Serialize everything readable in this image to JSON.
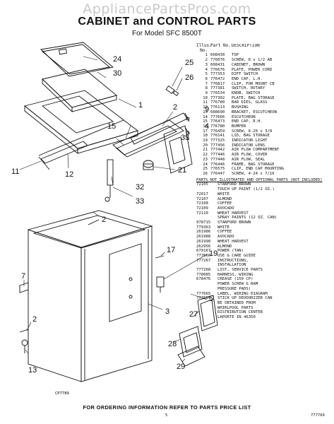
{
  "watermark": "AppliancePartsPros.com",
  "title": "CABINET and CONTROL PARTS",
  "subtitle": "For Model SFC 8500T",
  "parts_table": {
    "header": {
      "illus_no": "Illus. No.",
      "part_no": "Part No.",
      "description": "DESCRIPTION"
    },
    "rows": [
      {
        "no": "1",
        "part": "608430",
        "desc": "TOP"
      },
      {
        "no": "2",
        "part": "776076",
        "desc": "SCREW, 8 x 1/2 AB"
      },
      {
        "no": "3",
        "part": "608431",
        "desc": "CABINET, BROWN"
      },
      {
        "no": "4",
        "part": "776676",
        "desc": "PLATE, POWER CORD"
      },
      {
        "no": "5",
        "part": "777353",
        "desc": "DIFF SWITCH"
      },
      {
        "no": "6",
        "part": "776472",
        "desc": "END CAP, L.H."
      },
      {
        "no": "7",
        "part": "776817",
        "desc": "CLIP, FOR MOUNT CB"
      },
      {
        "no": "8",
        "part": "777381",
        "desc": "SWITCH, ROTARY"
      },
      {
        "no": "9",
        "part": "776534",
        "desc": "KNOB, SWITCH"
      },
      {
        "no": "10",
        "part": "777302",
        "desc": "PLATE, BAG STORAGE"
      },
      {
        "no": "11",
        "part": "776780",
        "desc": "BAR DIES, GLASS"
      },
      {
        "no": "12",
        "part": "776113",
        "desc": "BUSHING"
      },
      {
        "no": "13",
        "part": "608690",
        "desc": "BRACKET, ESCUTCHEON"
      },
      {
        "no": "14",
        "part": "777666",
        "desc": "ESCUTCHEON"
      },
      {
        "no": "15",
        "part": "776473",
        "desc": "END CAP, R.H."
      },
      {
        "no": "16",
        "part": "776780",
        "desc": "BUMPER"
      },
      {
        "no": "17",
        "part": "776459",
        "desc": "SCREW, 6-20 x 3/8"
      },
      {
        "no": "18",
        "part": "776141",
        "desc": "LID, BAG STORAGE"
      },
      {
        "no": "19",
        "part": "777325",
        "desc": "INDICATOR LIGHT"
      },
      {
        "no": "20",
        "part": "777456",
        "desc": "INDICATOR LENS"
      },
      {
        "no": "21",
        "part": "777442",
        "desc": "AIR FLOW COMPARTMENT"
      },
      {
        "no": "22",
        "part": "777446",
        "desc": "AIR FLOW, COVER"
      },
      {
        "no": "23",
        "part": "777448",
        "desc": "AIR FLOW, SEAL"
      },
      {
        "no": "24",
        "part": "776446",
        "desc": "FRAME, BAG STORAGE"
      },
      {
        "no": "25",
        "part": "776575",
        "desc": "CLIP, END CAP MOUNTING"
      },
      {
        "no": "26",
        "part": "776447",
        "desc": "SCREW, 4-24 x 7/16"
      }
    ],
    "notice": "PARTS NOT ILLUSTRATED AND OPTIONAL PARTS (NOT INCLUDED)",
    "optional": [
      {
        "part": "72105",
        "desc": "STANFORD BROWN"
      },
      {
        "part": "",
        "desc": "TOUCH UP PAINT (1/2 OZ.)"
      },
      {
        "part": "72017",
        "desc": "WHITE"
      },
      {
        "part": "72107",
        "desc": "ALMOND"
      },
      {
        "part": "72108",
        "desc": "COFFEE"
      },
      {
        "part": "72109",
        "desc": "AVOCADO"
      },
      {
        "part": "72110",
        "desc": "WHEAT HARVEST"
      },
      {
        "part": "",
        "desc": "SPRAY PAINTS (12 OZ. CAN)"
      },
      {
        "part": "978715",
        "desc": "STANFORD BROWN"
      },
      {
        "part": "779363",
        "desc": "WHITE"
      },
      {
        "part": "261986",
        "desc": "COFFEE"
      },
      {
        "part": "261988",
        "desc": "AVOCADO"
      },
      {
        "part": "261990",
        "desc": "WHEAT HARVEST"
      },
      {
        "part": "262956",
        "desc": "ALMOND"
      },
      {
        "part": "679167",
        "desc": "POWER (TAN)"
      },
      {
        "part": "777660",
        "desc": "USE & CARE GUIDE"
      },
      {
        "part": "777267",
        "desc": "INSTRUCTIONS,"
      },
      {
        "part": "",
        "desc": "INSTALLATION"
      },
      {
        "part": "777268",
        "desc": "LIST, SERVICE PARTS"
      },
      {
        "part": "778085",
        "desc": "HARNESS, WIRING"
      },
      {
        "part": "678476",
        "desc": "CREASE (150 CP)"
      },
      {
        "part": "",
        "desc": "POWER SCREW & RAM"
      },
      {
        "part": "",
        "desc": "PRESSURE PADS)"
      },
      {
        "part": "777665",
        "desc": "LABEL, WIRING DIAGRAM"
      },
      {
        "part": "777655",
        "desc": "STICK UP DEODORIZER CAN"
      },
      {
        "part": "",
        "desc": "BE OBTAINED FROM"
      },
      {
        "part": "",
        "desc": "WHIRLPOOL PARTS"
      },
      {
        "part": "",
        "desc": "DISTRIBUTION CENTER"
      },
      {
        "part": "",
        "desc": "LAPORTE IN 46350"
      }
    ]
  },
  "callouts": [
    "24",
    "30",
    "25",
    "26",
    "9",
    "1",
    "2",
    "4",
    "15",
    "33",
    "21",
    "11",
    "12",
    "32",
    "8",
    "33",
    "2",
    "7",
    "19",
    "3",
    "5",
    "17",
    "2",
    "13",
    "27",
    "28",
    "29"
  ],
  "diagram_code": "CP7789",
  "footer": "FOR ORDERING INFORMATION REFER TO PARTS PRICE LIST",
  "page_number": "5",
  "doc_code": "777769"
}
